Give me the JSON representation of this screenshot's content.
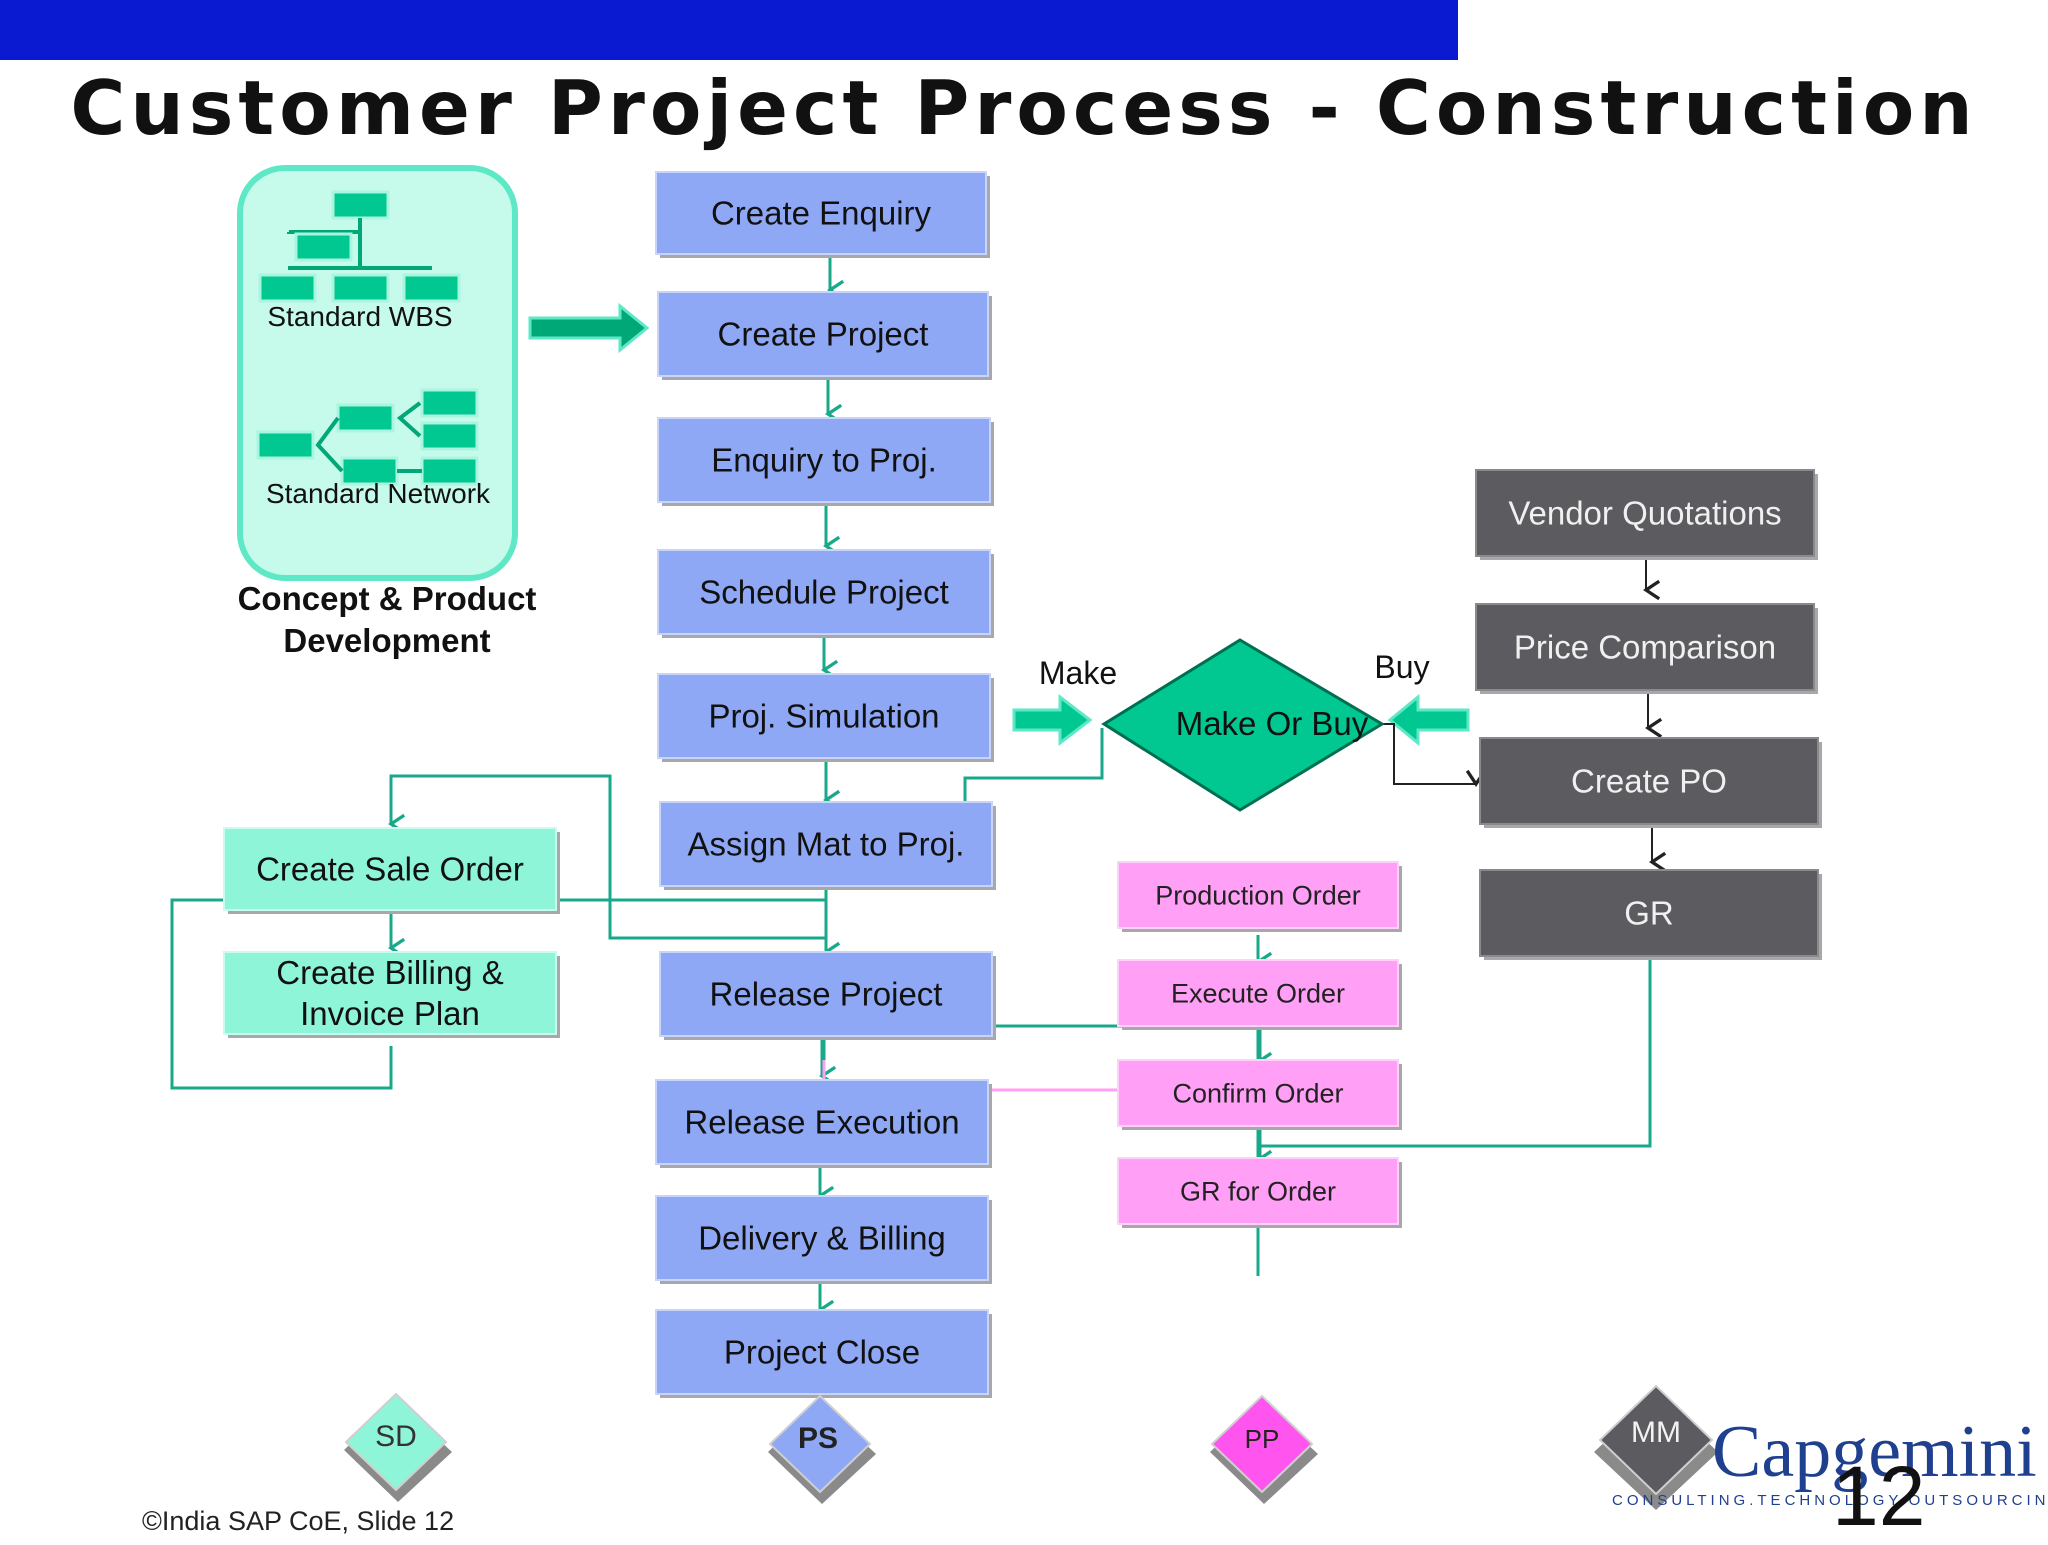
{
  "title": "Customer Project Process - Construction",
  "concept": {
    "wbs_label": "Standard WBS",
    "network_label": "Standard Network",
    "caption_line1": "Concept & Product",
    "caption_line2": "Development"
  },
  "ps_steps": [
    "Create Enquiry",
    "Create Project",
    "Enquiry to Proj.",
    "Schedule Project",
    "Proj. Simulation",
    "Assign Mat to Proj.",
    "Release Project",
    "Release Execution",
    "Delivery & Billing",
    "Project Close"
  ],
  "sd_steps": [
    "Create Sale Order",
    "Create Billing &",
    "Invoice Plan"
  ],
  "decision": {
    "label": "Make Or Buy",
    "make_label": "Make",
    "buy_label": "Buy"
  },
  "pp_steps": [
    "Production Order",
    "Execute Order",
    "Confirm Order",
    "GR for Order"
  ],
  "mm_steps": [
    "Vendor Quotations",
    "Price Comparison",
    "Create PO",
    "GR"
  ],
  "modules": {
    "sd": "SD",
    "ps": "PS",
    "pp": "PP",
    "mm": "MM"
  },
  "footer": "©India SAP CoE, Slide 12",
  "page_number": "12",
  "logo": {
    "name": "Capgemini",
    "tagline": "CONSULTING.TECHNOLOGY.OUTSOURCING"
  },
  "colors": {
    "ps": "#8fa8f5",
    "sd": "#8ff5d8",
    "pp": "#ff9ff5",
    "mm": "#5c5c60",
    "decision": "#00c890",
    "connector": "#1aa88a",
    "title_bar": "#0a1ad0"
  }
}
